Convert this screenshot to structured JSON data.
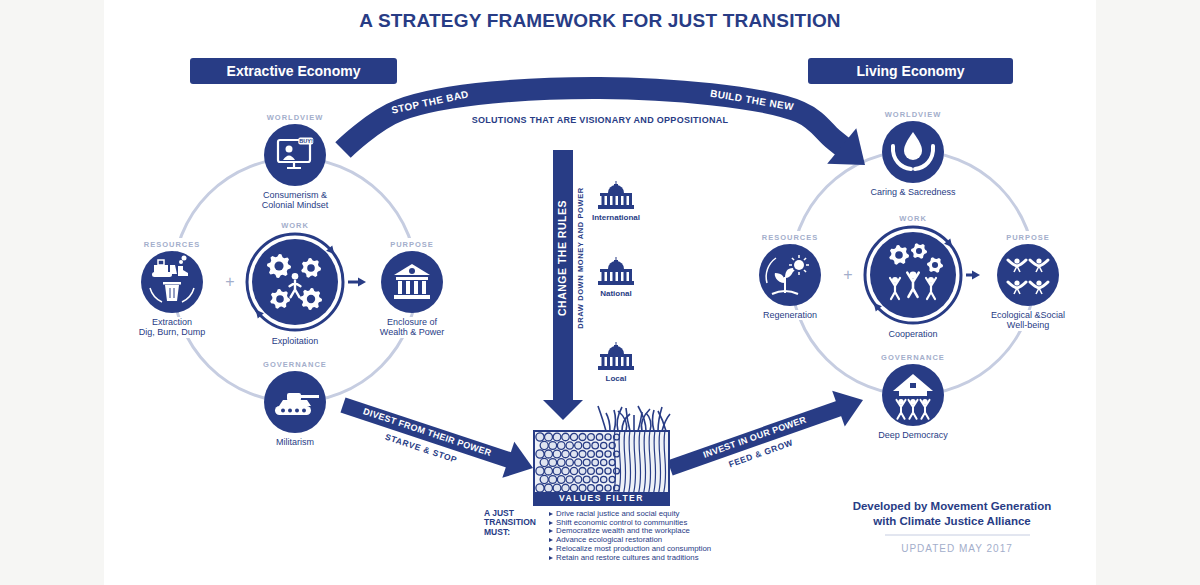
{
  "diagram": {
    "title": "A STRATEGY FRAMEWORK FOR JUST TRANSITION",
    "nodes": [
      {
        "text": [
          "Extractive Economy"
        ]
      },
      {
        "text": [
          "Living Economy"
        ]
      },
      {
        "text": [
          "WORLDVIEW",
          "Consumerism & Colonial Mindset"
        ]
      },
      {
        "text": [
          "RESOURCES",
          "Extraction",
          "Dig, Burn, Dump"
        ]
      },
      {
        "text": [
          "WORK",
          "Exploitation"
        ]
      },
      {
        "text": [
          "PURPOSE",
          "Enclosure of Wealth & Power"
        ]
      },
      {
        "text": [
          "GOVERNANCE",
          "Militarism"
        ]
      },
      {
        "text": [
          "International"
        ]
      },
      {
        "text": [
          "National"
        ]
      },
      {
        "text": [
          "Local"
        ]
      },
      {
        "text": [
          "VALUES FILTER"
        ]
      },
      {
        "text": [
          "WORLDVIEW",
          "Caring & Sacredness"
        ]
      },
      {
        "text": [
          "RESOURCES",
          "Regeneration"
        ]
      },
      {
        "text": [
          "WORK",
          "Cooperation"
        ]
      },
      {
        "text": [
          "PURPOSE",
          "Ecological &Social Well-being"
        ]
      },
      {
        "text": [
          "GOVERNANCE",
          "Deep Democracy"
        ]
      }
    ],
    "edges": [
      {
        "from": 2,
        "to": 11,
        "arrow": "to"
      },
      {
        "from": 6,
        "to": 10,
        "arrow": "to"
      },
      {
        "from": 10,
        "to": 15,
        "arrow": "to"
      },
      {
        "from": 4,
        "to": 5,
        "arrow": "to"
      },
      {
        "from": 13,
        "to": 14,
        "arrow": "to"
      }
    ],
    "labels": [
      "STOP THE BAD",
      "BUILD THE NEW",
      "SOLUTIONS THAT ARE VISIONARY AND OPPOSITIONAL",
      "BUY!",
      "+",
      "CHANGE THE RULES",
      "DRAW DOWN MONEY AND POWER",
      "+",
      "DIVEST FROM THEIR POWER",
      "STARVE & STOP",
      "INVEST IN OUR POWER",
      "FEED & GROW",
      "A JUST TRANSITION MUST:",
      "Drive racial justice and social equity",
      "Shift economic control to communities",
      "Democratize wealth and the workplace",
      "Advance ecological restoration",
      "Relocalize most production and consumption",
      "Retain and restore cultures and traditions",
      "Developed by Movement Generation with Climate Justice Alliance",
      "UPDATED MAY 2017"
    ]
  }
}
